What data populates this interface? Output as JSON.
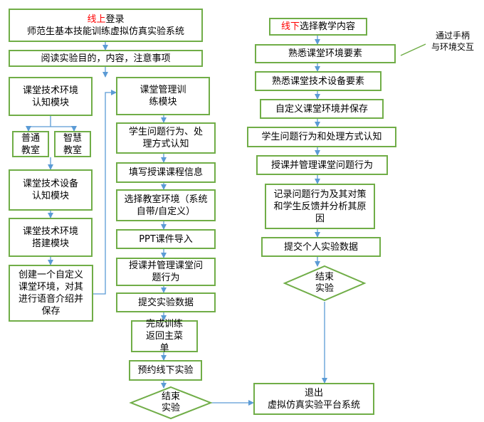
{
  "left": {
    "login": {
      "prefix": "线上",
      "suffix": "登录",
      "line2": "师范生基本技能训练虚拟仿真实验系统"
    },
    "read": "阅读实验目的，内容，注意事项",
    "env_module": "课堂技术环境认知模块",
    "normal_room": "普通教室",
    "smart_room": "智慧教室",
    "equip_module": "课堂技术设备认知模块",
    "build_module": "课堂技术环境搭建模块",
    "create_env": "创建一个自定义课堂环境，对其进行语音介绍并保存",
    "mgmt_module": "课堂管理训练模块",
    "behavior": "学生问题行为、处理方式认知",
    "fill_info": "填写授课课程信息",
    "choose_room": "选择教室环境（系统自带/自定义）",
    "ppt": "PPT课件导入",
    "teach_manage": "授课并管理课堂问题行为",
    "submit": "提交实验数据",
    "finish": "完成训练返回主菜单",
    "book": "预约线下实验",
    "end": {
      "line1": "结束",
      "line2": "实验"
    }
  },
  "right": {
    "offline": {
      "prefix": "线下",
      "suffix": "选择教学内容"
    },
    "familiar_env": "熟悉课堂环境要素",
    "familiar_equip": "熟悉课堂技术设备要素",
    "custom_env": "自定义课堂环境并保存",
    "behavior": "学生问题行为和处理方式认知",
    "teach_manage": "授课并管理课堂问题行为",
    "record": "记录问题行为及其对策和学生反馈并分析其原因",
    "submit": "提交个人实验数据",
    "end": {
      "line1": "结束",
      "line2": "实验"
    },
    "exit": {
      "line1": "退出",
      "line2": "虚拟仿真实验平台系统"
    },
    "handle_note": {
      "line1": "通过手柄",
      "line2": "与环境交互"
    }
  }
}
